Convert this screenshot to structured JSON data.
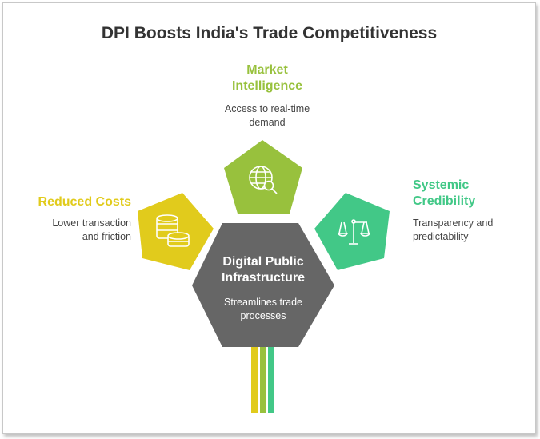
{
  "title": "DPI Boosts India's Trade Competitiveness",
  "center": {
    "title_line1": "Digital Public",
    "title_line2": "Infrastructure",
    "desc_line1": "Streamlines trade",
    "desc_line2": "processes",
    "color": "#666666"
  },
  "items": [
    {
      "title_line1": "Market",
      "title_line2": "Intelligence",
      "desc_line1": "Access to real-time",
      "desc_line2": "demand",
      "color": "#98c13d",
      "icon": "globe-search-icon"
    },
    {
      "title_line1": "Reduced Costs",
      "desc_line1": "Lower transaction",
      "desc_line2": "and friction",
      "color": "#e1cb1c",
      "icon": "coins-icon"
    },
    {
      "title_line1": "Systemic",
      "title_line2": "Credibility",
      "desc_line1": "Transparency and",
      "desc_line2": "predictability",
      "color": "#42c887",
      "icon": "scales-icon"
    }
  ]
}
